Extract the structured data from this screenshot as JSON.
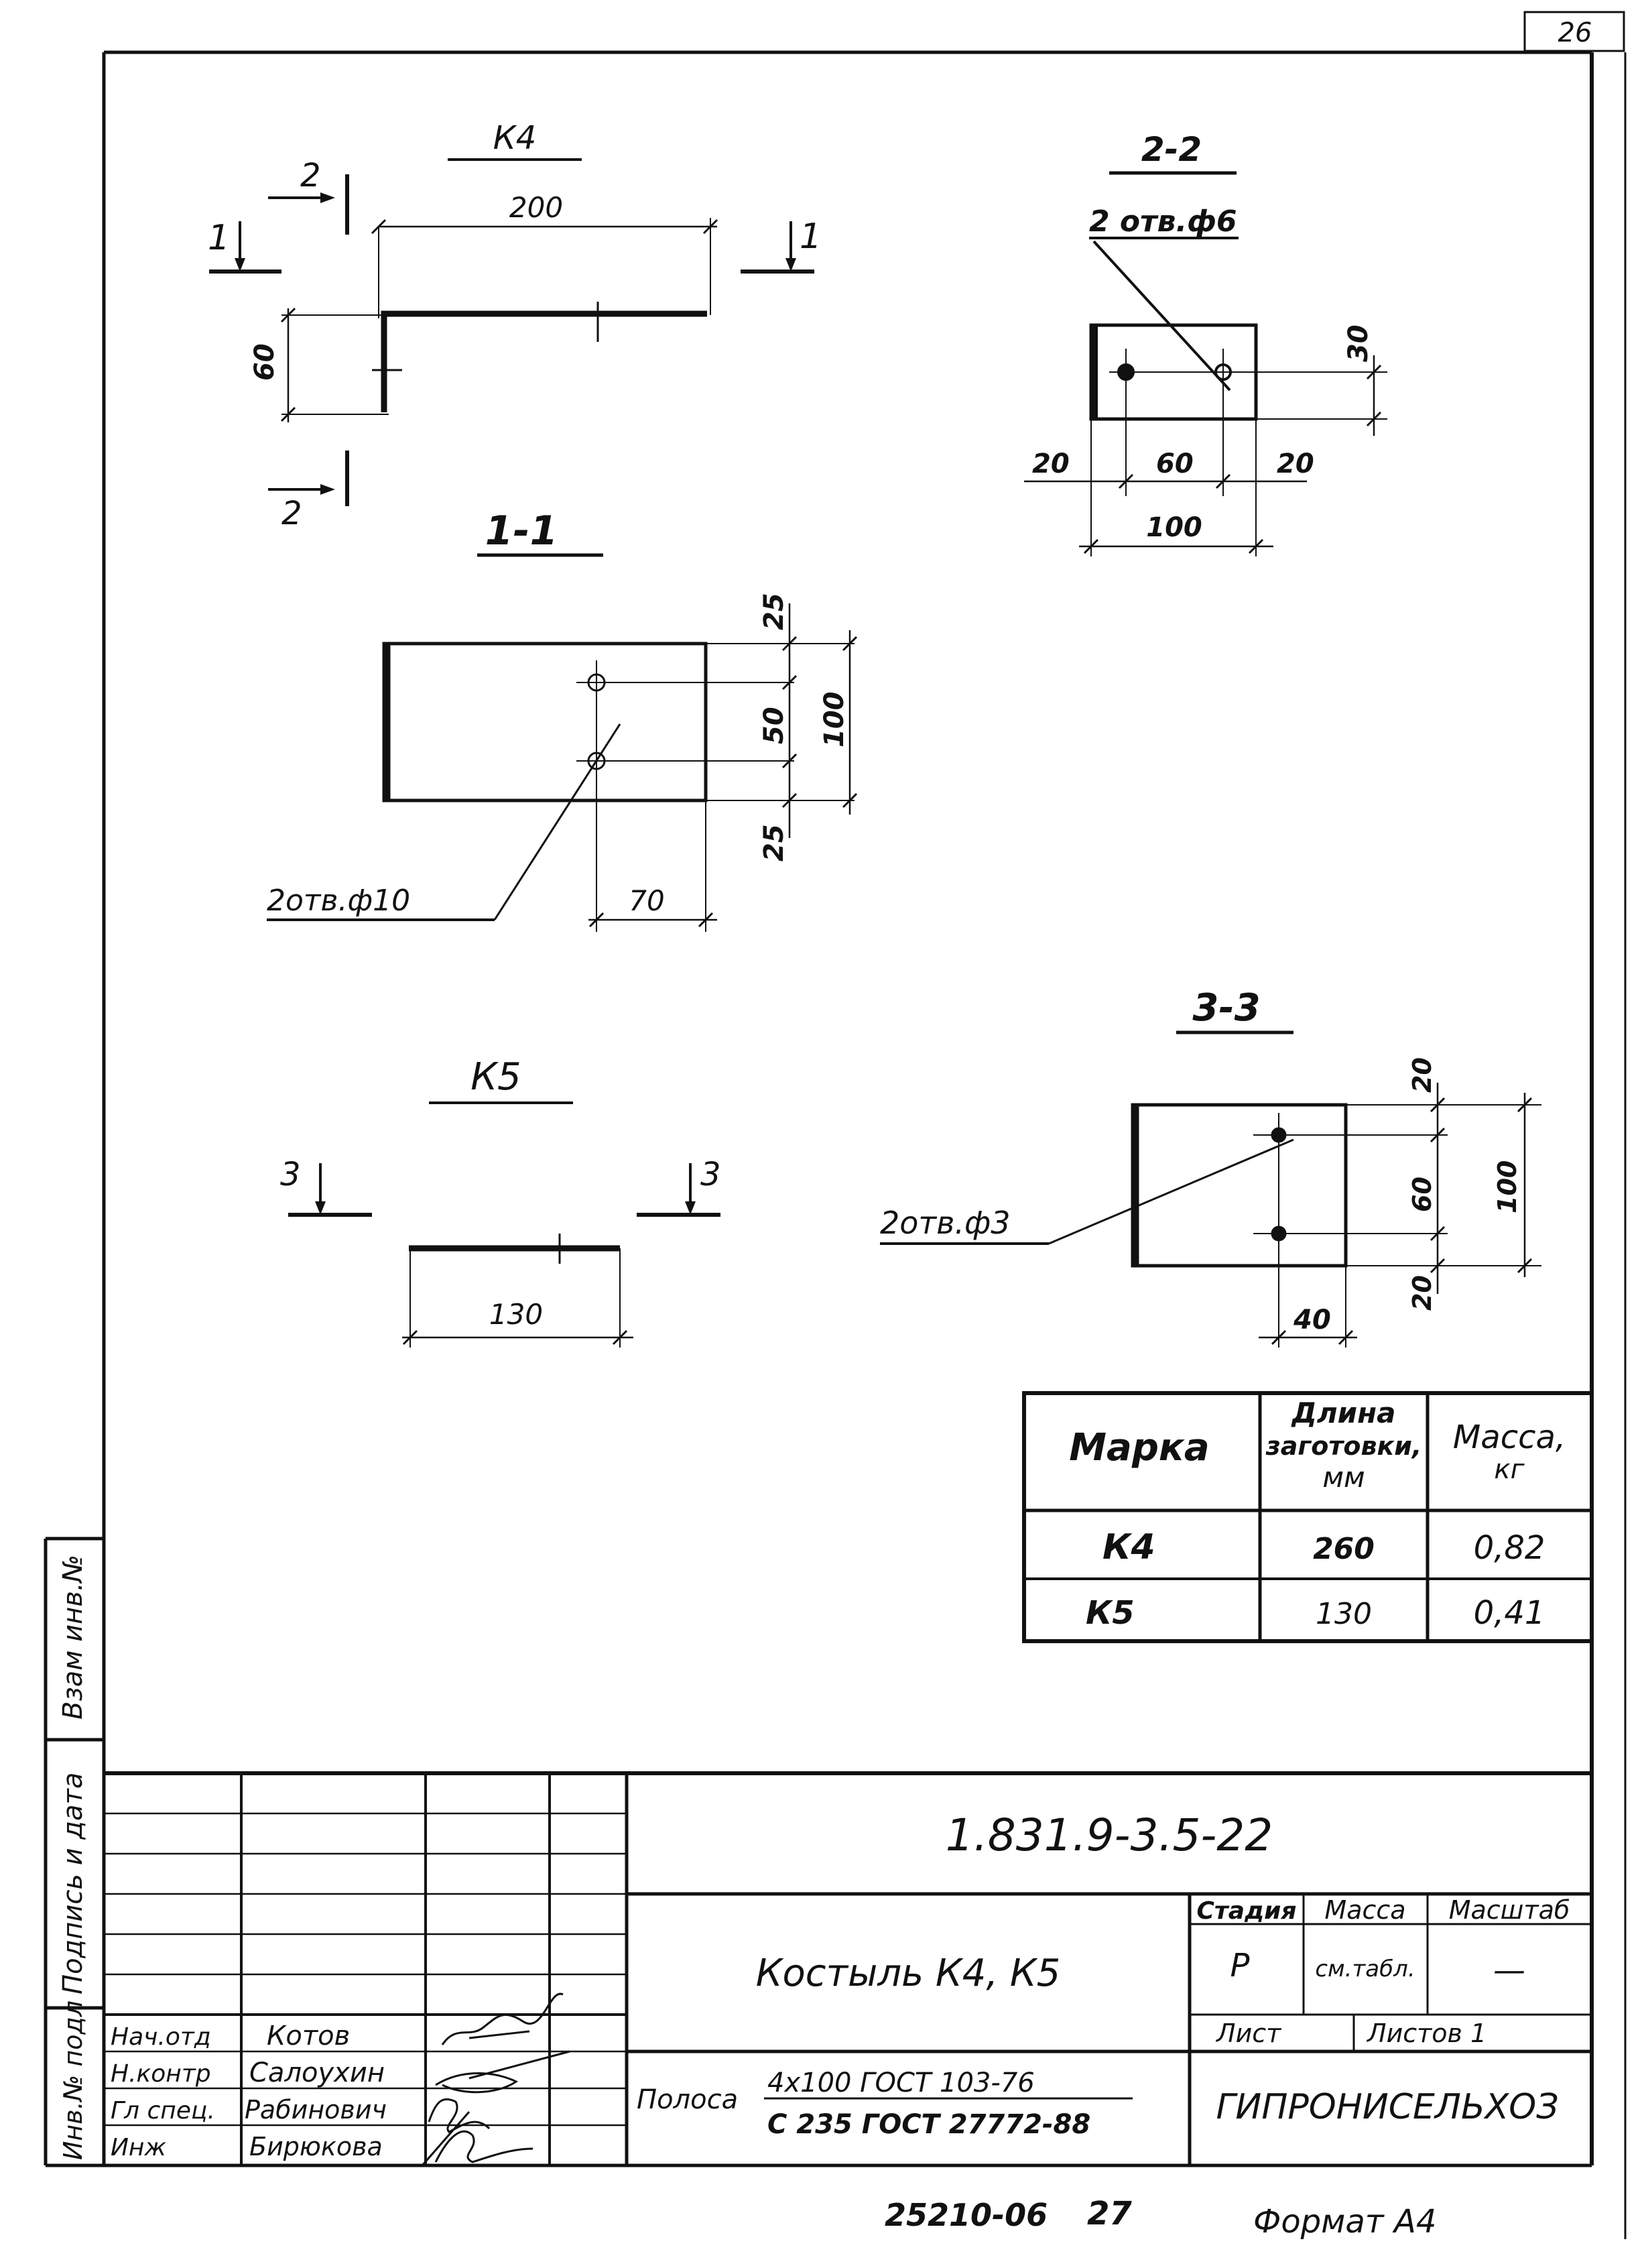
{
  "page_number": "26",
  "views": {
    "k4_title": "К4",
    "k4_dim_length": "200",
    "k4_dim_height": "60",
    "section_2_label_top": "2",
    "section_2_label_bottom": "2",
    "section_1_label_left": "1",
    "section_1_label_right": "1",
    "sec22_title": "2-2",
    "sec22_holes_note": "2 отв.ф6",
    "sec22_dim_30": "30",
    "sec22_dim_20_left": "20",
    "sec22_dim_60": "60",
    "sec22_dim_20_right": "20",
    "sec22_dim_100": "100",
    "sec11_title": "1-1",
    "sec11_dim_25_top": "25",
    "sec11_dim_50": "50",
    "sec11_dim_100": "100",
    "sec11_dim_25_bottom": "25",
    "sec11_holes_note": "2отв.ф10",
    "sec11_dim_70": "70",
    "k5_title": "К5",
    "section_3_label_left": "3",
    "section_3_label_right": "3",
    "k5_dim_length": "130",
    "sec33_title": "3-3",
    "sec33_dim_20_top": "20",
    "sec33_dim_60": "60",
    "sec33_dim_100": "100",
    "sec33_dim_20_bottom": "20",
    "sec33_holes_note": "2отв.ф3",
    "sec33_dim_40": "40"
  },
  "spec_table": {
    "headers": [
      "Марка",
      "Длина заготовки, мм",
      "Масса, кг"
    ],
    "header_lines": {
      "col1": [
        "Марка"
      ],
      "col2": [
        "Длина",
        "заготовки,",
        "мм"
      ],
      "col3": [
        "Масса,",
        "кг"
      ]
    },
    "rows": [
      [
        "К4",
        "260",
        "0,82"
      ],
      [
        "К5",
        "130",
        "0,41"
      ]
    ]
  },
  "side_stamp": {
    "vzam": "Взам инв.№",
    "podpis": "Подпись и дата",
    "inv": "Инв.№ подл"
  },
  "title_block": {
    "doc_code": "1.831.9-3.5-22",
    "title": "Костыль К4, К5",
    "stage_label": "Стадия",
    "mass_label": "Масса",
    "scale_label": "Масштаб",
    "stage_value": "Р",
    "mass_value": "см.табл.",
    "scale_value": "—",
    "sheet_label": "Лист",
    "sheets_label": "Листов 1",
    "material_prefix": "Полоса",
    "material_line1": "4х100  ГОСТ 103-76",
    "material_line2": "С 235  ГОСТ 27772-88",
    "organization": "ГИПРОНИСЕЛЬХОЗ",
    "staff": [
      {
        "role": "Нач.отд",
        "name": "Котов"
      },
      {
        "role": "Н.контр",
        "name": "Салоухин"
      },
      {
        "role": "Гл спец.",
        "name": "Рабинович"
      },
      {
        "role": "Инж",
        "name": "Бирюкова"
      }
    ]
  },
  "footer": {
    "inventory_number": "25210-06",
    "copy_number": "27",
    "format": "Формат А4"
  }
}
